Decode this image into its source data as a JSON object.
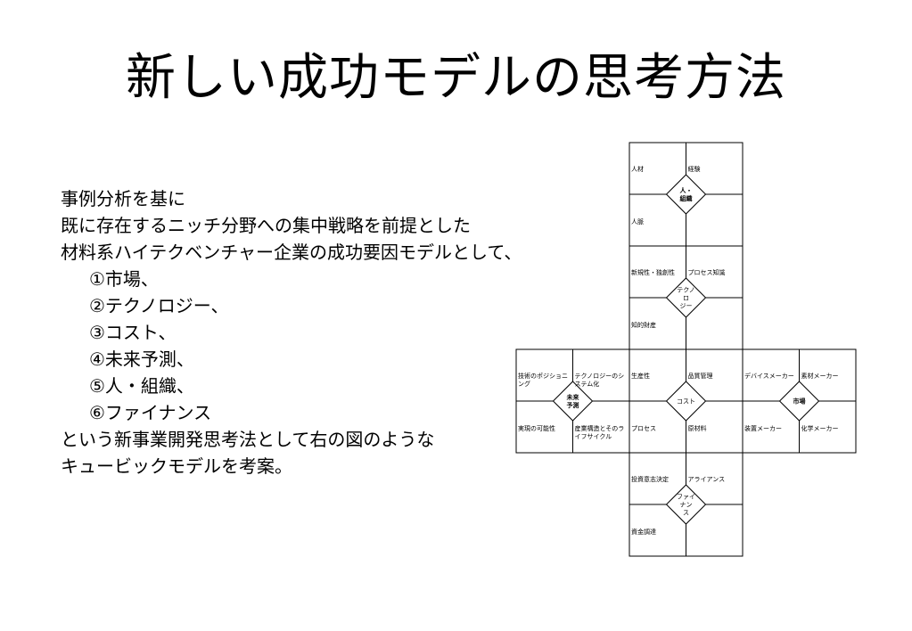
{
  "title": "新しい成功モデルの思考方法",
  "body_lines": [
    "事例分析を基に",
    "既に存在するニッチ分野への集中戦略を前提とした",
    "材料系ハイテクベンチャー企業の成功要因モデルとして、",
    "①市場、",
    "②テクノロジー、",
    "③コスト、",
    "④未来予測、",
    "⑤人・組織、",
    "⑥ファイナンス",
    "という新事業開発思考法として右の図のような",
    "キュービックモデルを考案。"
  ],
  "cube": {
    "faces": [
      {
        "id": "jinsoshiki",
        "center": [
          "人・",
          "組織"
        ],
        "center_bold": true,
        "tl": [
          "人材"
        ],
        "tr": [
          "経験"
        ],
        "bl": [
          "人脈"
        ],
        "br": []
      },
      {
        "id": "technology",
        "center": [
          "テクノ",
          "ロ",
          "ジー"
        ],
        "center_bold": false,
        "tl": [
          "新規性・独創性"
        ],
        "tr": [
          "プロセス知識"
        ],
        "bl": [
          "知的財産"
        ],
        "br": []
      },
      {
        "id": "mirai",
        "center": [
          "未来",
          "予測"
        ],
        "center_bold": true,
        "tl": [
          "技術のポジショニ",
          "ング"
        ],
        "tr": [
          "テクノロジーのシ",
          "ステム化"
        ],
        "bl": [
          "実現の可能性"
        ],
        "br": [
          "産業構造とそのラ",
          "イフサイクル"
        ]
      },
      {
        "id": "cost",
        "center": [
          "コスト"
        ],
        "center_bold": false,
        "tl": [
          "生産性"
        ],
        "tr": [
          "品質管理"
        ],
        "bl": [
          "プロセス"
        ],
        "br": [
          "原材料"
        ]
      },
      {
        "id": "market",
        "center": [
          "市場"
        ],
        "center_bold": true,
        "tl": [
          "デバイスメーカー"
        ],
        "tr": [
          "素材メーカー"
        ],
        "bl": [
          "装置メーカー"
        ],
        "br": [
          "化学メーカー"
        ]
      },
      {
        "id": "finance",
        "center": [
          "ファイ",
          "ナン",
          "ス"
        ],
        "center_bold": false,
        "tl": [
          "投資意志決定"
        ],
        "tr": [
          "アライアンス"
        ],
        "bl": [
          "資金調達"
        ],
        "br": []
      }
    ]
  }
}
